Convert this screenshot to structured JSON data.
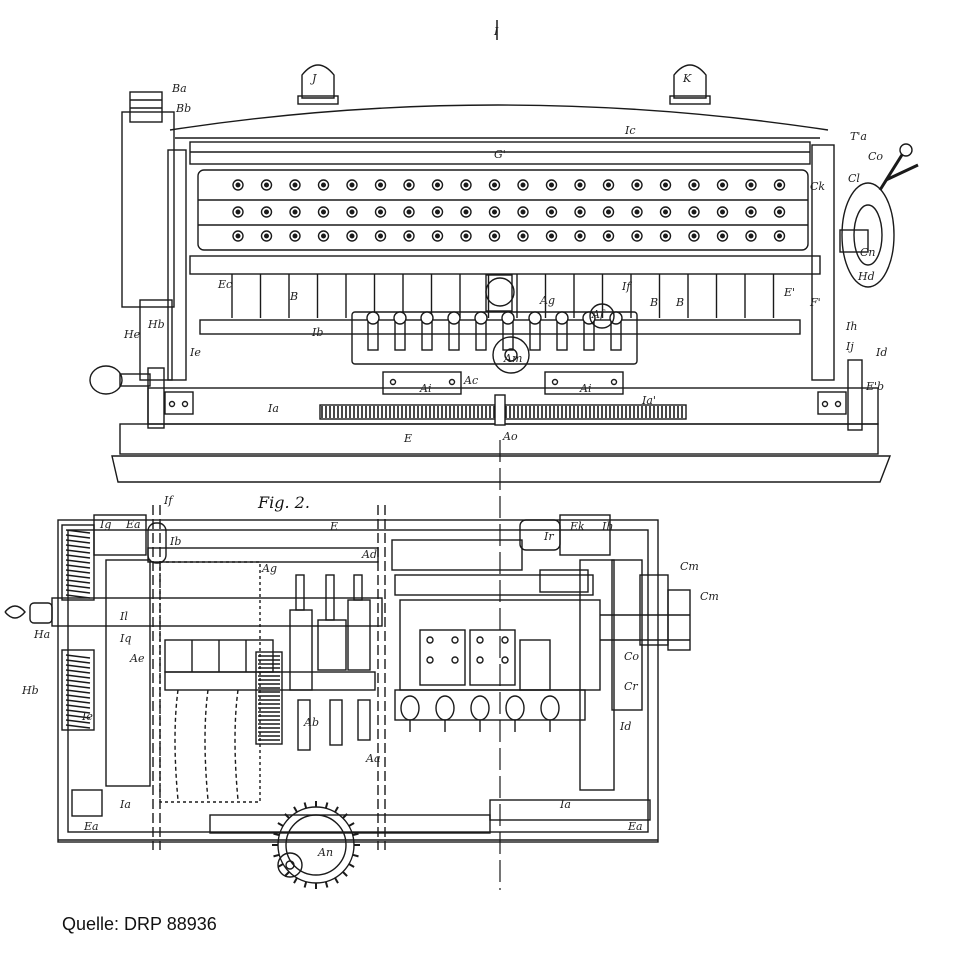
{
  "caption": "Quelle: DRP 88936",
  "figure_label": "Fig. 2.",
  "labels": {
    "top_mark": "I",
    "knob_left": "J",
    "knob_right": "K",
    "Ba": "Ba",
    "Bb": "Bb",
    "Ic": "Ic",
    "Gp": "G'",
    "Ta": "T'a",
    "Co": "Co",
    "Cl": "Cl",
    "Ck": "Ck",
    "Cn": "Cn",
    "Hd": "Hd",
    "Ec": "Ec",
    "B1": "B",
    "B2": "B",
    "B3": "B",
    "Ag": "Ag",
    "If": "If",
    "Af": "Af",
    "Ep": "E'",
    "Fp": "F'",
    "Ih": "Ih",
    "Ij": "Ij",
    "Id": "Id",
    "Ib": "Ib",
    "Ie": "Ie",
    "He": "He",
    "Hb": "Hb",
    "Ac": "Ac",
    "Am": "Am",
    "Ai1": "Ai",
    "Ai2": "Ai",
    "Ia": "Ia",
    "Iap": "Ia'",
    "E": "E",
    "Ao": "Ao",
    "Eb": "E'b"
  },
  "labels_fig2": {
    "If": "If",
    "Ig": "Ig",
    "Ea": "Ea",
    "Ib": "Ib",
    "E": "E",
    "Ad": "Ad",
    "Ag": "Ag",
    "Ir": "Ir",
    "Ek": "Ek",
    "Ih": "Ih",
    "Cm1": "Cm",
    "Cm2": "Cm",
    "Ha": "Ha",
    "Il": "Il",
    "Iq": "Iq",
    "Ae": "Ae",
    "Hb": "Hb",
    "Ie": "Ie",
    "Ab": "Ab",
    "Aa": "Aa",
    "Ia1": "Ia",
    "Ia2": "Ia",
    "Ea1": "Ea",
    "Ea2": "Ea",
    "An": "An",
    "Id": "Id",
    "Co": "Co",
    "Cr": "Cr"
  }
}
